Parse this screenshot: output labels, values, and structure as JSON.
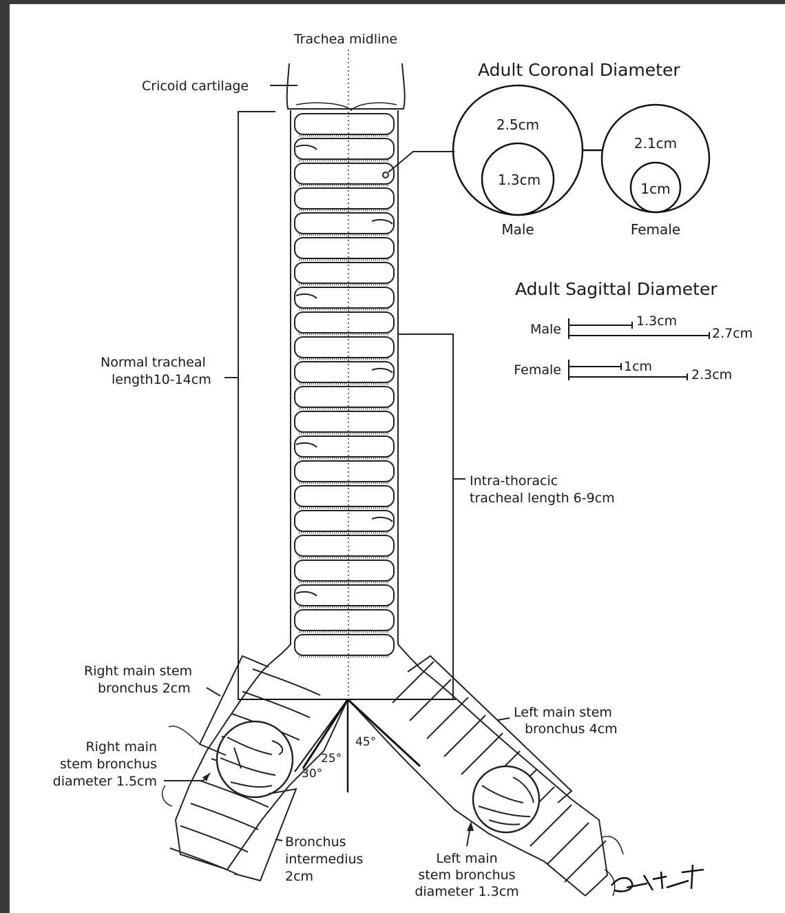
{
  "labels": {
    "trachea_midline": "Trachea midline",
    "cricoid_cartilage": "Cricoid cartilage",
    "normal_length_line1": "Normal tracheal",
    "normal_length_line2": "length10-14cm",
    "intra_thoracic_line1": "Intra-thoracic",
    "intra_thoracic_line2": "tracheal length 6-9cm",
    "right_main_stem_line1": "Right main stem",
    "right_main_stem_line2": "bronchus 2cm",
    "right_diameter_line1": "Right main",
    "right_diameter_line2": "stem bronchus",
    "right_diameter_line3": "diameter 1.5cm",
    "bronchus_intermedius_line1": "Bronchus",
    "bronchus_intermedius_line2": "intermedius",
    "bronchus_intermedius_line3": "2cm",
    "left_main_stem_line1": "Left main stem",
    "left_main_stem_line2": "bronchus 4cm",
    "left_diameter_line1": "Left main",
    "left_diameter_line2": "stem bronchus",
    "left_diameter_line3": "diameter 1.3cm",
    "angle_45": "45°",
    "angle_25": "25°",
    "angle_30": "30°",
    "signature": "D.Ehrt"
  },
  "coronal": {
    "title": "Adult Coronal Diameter",
    "male_outer": "2.5cm",
    "male_inner": "1.3cm",
    "male_label": "Male",
    "female_outer": "2.1cm",
    "female_inner": "1cm",
    "female_label": "Female"
  },
  "sagittal": {
    "title": "Adult Sagittal Diameter",
    "male_label": "Male",
    "male_short": "1.3cm",
    "male_long": "2.7cm",
    "female_label": "Female",
    "female_short": "1cm",
    "female_long": "2.3cm"
  }
}
